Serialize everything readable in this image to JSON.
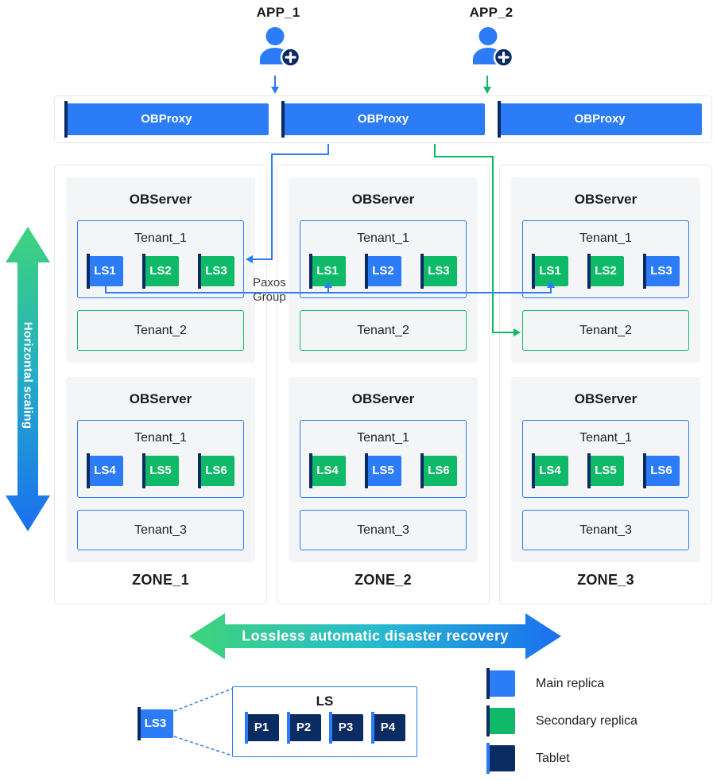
{
  "apps": [
    {
      "label": "APP_1"
    },
    {
      "label": "APP_2"
    }
  ],
  "proxy_row": {
    "items": [
      {
        "label": "OBProxy"
      },
      {
        "label": "OBProxy"
      },
      {
        "label": "OBProxy"
      }
    ]
  },
  "zones": [
    {
      "label": "ZONE_1",
      "servers": [
        {
          "title": "OBServer",
          "tenant1": {
            "name": "Tenant_1",
            "border": "blue",
            "ls": [
              {
                "label": "LS1",
                "type": "main"
              },
              {
                "label": "LS2",
                "type": "secondary"
              },
              {
                "label": "LS3",
                "type": "secondary"
              }
            ]
          },
          "tenant2": {
            "name": "Tenant_2",
            "border": "green"
          }
        },
        {
          "title": "OBServer",
          "tenant1": {
            "name": "Tenant_1",
            "border": "blue",
            "ls": [
              {
                "label": "LS4",
                "type": "main"
              },
              {
                "label": "LS5",
                "type": "secondary"
              },
              {
                "label": "LS6",
                "type": "secondary"
              }
            ]
          },
          "tenant2": {
            "name": "Tenant_3",
            "border": "blue"
          }
        }
      ]
    },
    {
      "label": "ZONE_2",
      "servers": [
        {
          "title": "OBServer",
          "tenant1": {
            "name": "Tenant_1",
            "border": "blue",
            "ls": [
              {
                "label": "LS1",
                "type": "secondary"
              },
              {
                "label": "LS2",
                "type": "main"
              },
              {
                "label": "LS3",
                "type": "secondary"
              }
            ]
          },
          "tenant2": {
            "name": "Tenant_2",
            "border": "green"
          }
        },
        {
          "title": "OBServer",
          "tenant1": {
            "name": "Tenant_1",
            "border": "blue",
            "ls": [
              {
                "label": "LS4",
                "type": "secondary"
              },
              {
                "label": "LS5",
                "type": "main"
              },
              {
                "label": "LS6",
                "type": "secondary"
              }
            ]
          },
          "tenant2": {
            "name": "Tenant_3",
            "border": "blue"
          }
        }
      ]
    },
    {
      "label": "ZONE_3",
      "servers": [
        {
          "title": "OBServer",
          "tenant1": {
            "name": "Tenant_1",
            "border": "blue",
            "ls": [
              {
                "label": "LS1",
                "type": "secondary"
              },
              {
                "label": "LS2",
                "type": "secondary"
              },
              {
                "label": "LS3",
                "type": "main"
              }
            ]
          },
          "tenant2": {
            "name": "Tenant_2",
            "border": "green"
          }
        },
        {
          "title": "OBServer",
          "tenant1": {
            "name": "Tenant_1",
            "border": "blue",
            "ls": [
              {
                "label": "LS4",
                "type": "secondary"
              },
              {
                "label": "LS5",
                "type": "secondary"
              },
              {
                "label": "LS6",
                "type": "main"
              }
            ]
          },
          "tenant2": {
            "name": "Tenant_3",
            "border": "blue"
          }
        }
      ]
    }
  ],
  "paxos_label": {
    "line1": "Paxos",
    "line2": "Group"
  },
  "arrows": {
    "horizontal_scaling": "Horizontal scaling",
    "disaster_recovery": "Lossless automatic disaster recovery"
  },
  "ls_detail": {
    "source_label": "LS3",
    "box_title": "LS",
    "partitions": [
      {
        "label": "P1"
      },
      {
        "label": "P2"
      },
      {
        "label": "P3"
      },
      {
        "label": "P4"
      }
    ]
  },
  "legend": {
    "items": [
      {
        "label": "Main replica",
        "type": "main",
        "color": "#2b7cf6"
      },
      {
        "label": "Secondary replica",
        "type": "secondary",
        "color": "#0eba67"
      },
      {
        "label": "Tablet",
        "type": "tablet",
        "color": "#0b2b63"
      }
    ]
  },
  "colors": {
    "blue": "#2b7cf6",
    "green": "#0eba67",
    "navy": "#0b2b63"
  }
}
